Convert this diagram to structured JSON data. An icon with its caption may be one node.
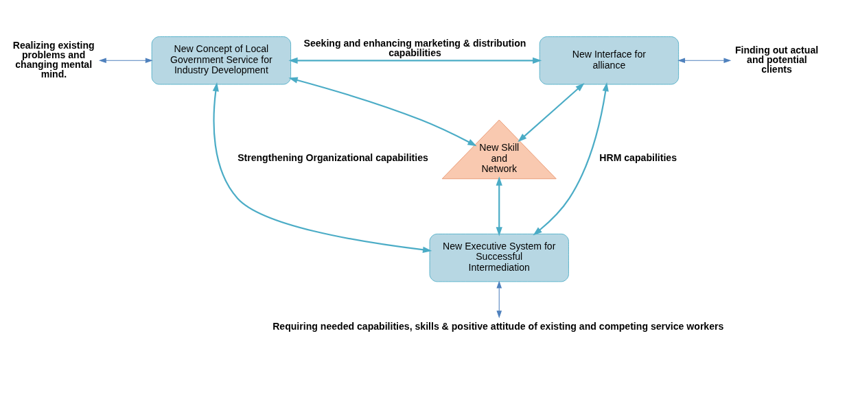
{
  "diagram": {
    "nodes": [
      {
        "text": [
          "New Concept of Local Government Service for Industry Development"
        ]
      },
      {
        "text": [
          "New Interface for alliance"
        ]
      },
      {
        "text": [
          "New Skill and Network"
        ]
      },
      {
        "text": [
          "New Executive System for Successful Intermediation"
        ]
      },
      {
        "text": [
          "Realizing existing problems and changing mental mind."
        ]
      },
      {
        "text": [
          "Finding out actual and potential clients"
        ]
      },
      {
        "text": [
          "Requiring needed capabilities, skills & positive attitude of existing and competing service workers"
        ]
      }
    ],
    "edges": [
      {
        "from": 4,
        "to": 0,
        "arrow": "both",
        "color": "#4f81bd"
      },
      {
        "from": 0,
        "to": 1,
        "arrow": "both",
        "label": "Seeking and enhancing marketing & distribution capabilities"
      },
      {
        "from": 1,
        "to": 5,
        "arrow": "both",
        "color": "#4f81bd"
      },
      {
        "from": 0,
        "to": 2,
        "arrow": "both"
      },
      {
        "from": 1,
        "to": 2,
        "arrow": "both"
      },
      {
        "from": 0,
        "to": 3,
        "arrow": "both",
        "label": "Strengthening Organizational capabilities"
      },
      {
        "from": 1,
        "to": 3,
        "arrow": "both",
        "label": "HRM capabilities"
      },
      {
        "from": 2,
        "to": 3,
        "arrow": "both"
      },
      {
        "from": 3,
        "to": 6,
        "arrow": "both",
        "color": "#4f81bd"
      }
    ]
  }
}
